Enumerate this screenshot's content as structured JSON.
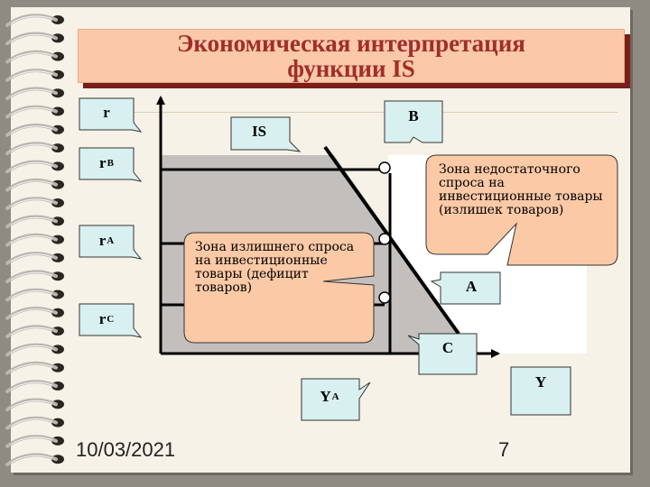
{
  "title": "Экономическая интерпретация функции IS",
  "labels": {
    "r": "r",
    "r_b": "r",
    "r_b_sub": "B",
    "r_a": "r",
    "r_a_sub": "A",
    "r_c": "r",
    "r_c_sub": "C",
    "is": "IS",
    "point_b": "B",
    "point_a": "A",
    "point_c": "C",
    "y": "Y",
    "y_a": "Y",
    "y_a_sub": "A"
  },
  "notes": {
    "excess_supply": "Зона недостаточного спроса на инвестиционные товары (излишек товаров)",
    "excess_demand": "Зона излишнего спроса на инвестиционные товары (дефицит товаров)"
  },
  "footer": {
    "date": "10/03/2021",
    "page_number": "7"
  },
  "colors": {
    "title_text": "#a12e2a",
    "title_box": "#f9c9a9",
    "title_shadow": "#7a1f18",
    "label_box": "#d8f0f0",
    "note_box": "#fbc9a6",
    "shaded_region": "#c3bfbc"
  }
}
